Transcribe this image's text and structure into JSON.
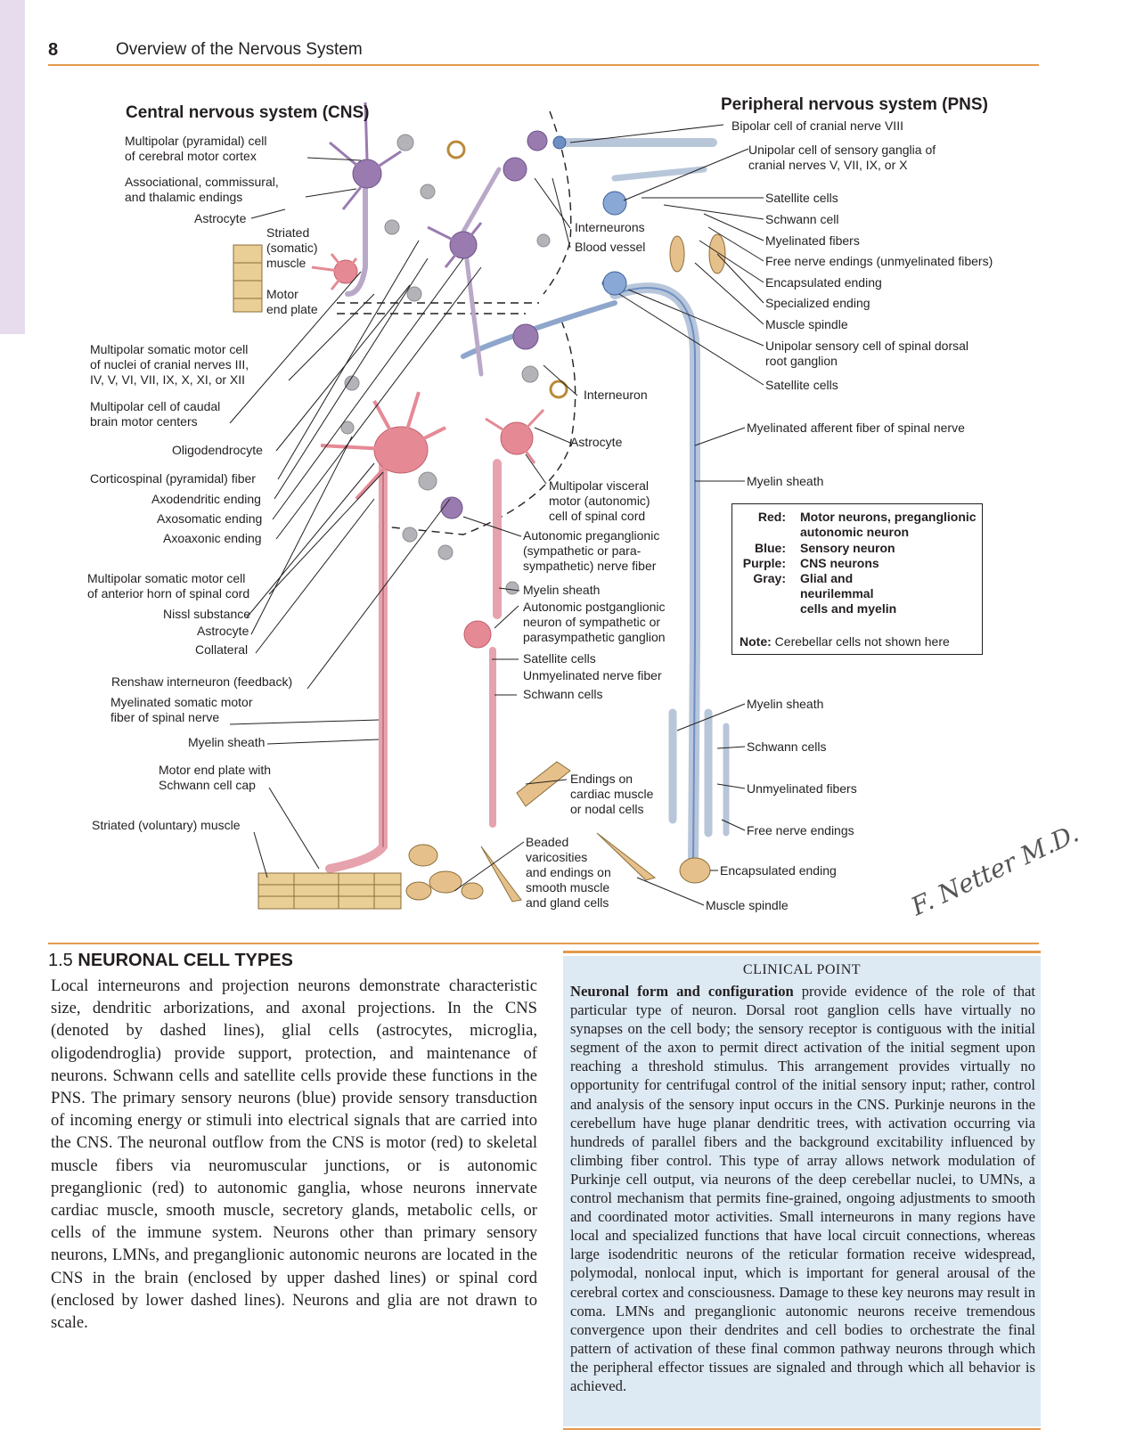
{
  "header": {
    "page_number": "8",
    "running_title": "Overview of the Nervous System"
  },
  "figure": {
    "cns_title": "Central nervous system (CNS)",
    "pns_title": "Peripheral nervous system (PNS)",
    "left_labels": [
      "Multipolar (pyramidal) cell\nof cerebral motor cortex",
      "Associational, commissural,\nand thalamic endings",
      "Astrocyte",
      "Multipolar somatic motor cell\nof nuclei of cranial nerves III,\nIV, V, VI, VII, IX, X, XI, or XII",
      "Multipolar cell of caudal\nbrain motor centers",
      "Oligodendrocyte",
      "Corticospinal (pyramidal) fiber",
      "Axodendritic ending",
      "Axosomatic ending",
      "Axoaxonic ending",
      "Multipolar somatic motor cell\nof anterior horn of spinal cord",
      "Nissl substance",
      "Astrocyte",
      "Collateral",
      "Renshaw interneuron (feedback)",
      "Myelinated somatic motor\nfiber of spinal nerve",
      "Myelin sheath",
      "Motor end plate with\nSchwann cell cap",
      "Striated (voluntary) muscle"
    ],
    "inner_labels": [
      "Striated\n(somatic)\nmuscle",
      "Motor\nend plate",
      "Interneurons",
      "Blood vessel",
      "Interneuron",
      "Astrocyte",
      "Multipolar visceral\nmotor (autonomic)\ncell of spinal cord",
      "Autonomic preganglionic\n(sympathetic or para-\nsympathetic) nerve fiber",
      "Myelin sheath",
      "Autonomic postganglionic\nneuron of sympathetic or\nparasympathetic ganglion",
      "Satellite cells",
      "Unmyelinated nerve fiber",
      "Schwann cells",
      "Endings on\ncardiac muscle\nor nodal cells",
      "Beaded\nvaricosities\nand endings on\nsmooth muscle\nand gland cells"
    ],
    "right_labels": [
      "Bipolar cell of cranial nerve VIII",
      "Unipolar cell of sensory ganglia of\ncranial nerves V, VII, IX, or X",
      "Satellite cells",
      "Schwann cell",
      "Myelinated fibers",
      "Free nerve endings (unmyelinated fibers)",
      "Encapsulated ending",
      "Specialized ending",
      "Muscle spindle",
      "Unipolar sensory cell of spinal dorsal\nroot ganglion",
      "Satellite cells",
      "Myelinated afferent fiber of spinal nerve",
      "Myelin sheath",
      "Myelin sheath",
      "Schwann cells",
      "Unmyelinated fibers",
      "Free nerve endings",
      "Encapsulated ending",
      "Muscle spindle"
    ],
    "legend": {
      "rows": [
        {
          "key": "Red:",
          "value": "Motor neurons, preganglionic\nautonomic neuron"
        },
        {
          "key": "Blue:",
          "value": "Sensory neuron"
        },
        {
          "key": "Purple:",
          "value": "CNS neurons"
        },
        {
          "key": "Gray:",
          "value": "Glial and\nneurilemmal\ncells and myelin"
        }
      ],
      "note_key": "Note:",
      "note_text": "Cerebellar cells not shown here"
    },
    "signature": "F. Netter M.D.",
    "colors": {
      "motor": "#e07a86",
      "sensory": "#6c8fc4",
      "cns": "#9a7bb0",
      "glia": "#a9a9ad"
    }
  },
  "section": {
    "number": "1.5",
    "title": "NEURONAL CELL TYPES",
    "body": "Local interneurons and projection neurons demonstrate characteristic size, dendritic arborizations, and axonal projections. In the CNS (denoted by dashed lines), glial cells (astrocytes, microglia, oligodendroglia) provide support, protection, and maintenance of neurons. Schwann cells and satellite cells provide these functions in the PNS. The primary sensory neurons (blue) provide sensory transduction of incoming energy or stimuli into electrical signals that are carried into the CNS. The neuronal outflow from the CNS is motor (red) to skeletal muscle fibers via neuromuscular junctions, or is autonomic preganglionic (red) to autonomic ganglia, whose neurons innervate cardiac muscle, smooth muscle, secretory glands, metabolic cells, or cells of the immune system. Neurons other than primary sensory neurons, LMNs, and preganglionic autonomic neurons are located in the CNS in the brain (enclosed by upper dashed lines) or spinal cord (enclosed by lower dashed lines). Neurons and glia are not drawn to scale."
  },
  "clinical_point": {
    "heading": "CLINICAL POINT",
    "lead": "Neuronal form and configuration",
    "text": " provide evidence of the role of that particular type of neuron. Dorsal root ganglion cells have virtually no synapses on the cell body; the sensory receptor is contiguous with the initial segment of the axon to permit direct activation of the initial segment upon reaching a threshold stimulus. This arrangement provides virtually no opportunity for centrifugal control of the initial sensory input; rather, control and analysis of the sensory input occurs in the CNS. Purkinje neurons in the cerebellum have huge planar dendritic trees, with activation occurring via hundreds of parallel fibers and the background excitability influenced by climbing fiber control. This type of array allows network modulation of Purkinje cell output, via neurons of the deep cerebellar nuclei, to UMNs, a control mechanism that permits fine-grained, ongoing adjustments to smooth and coordinated motor activities. Small interneurons in many regions have local and specialized functions that have local circuit connections, whereas large isodendritic neurons of the reticular formation receive widespread, polymodal, nonlocal input, which is important for general arousal of the cerebral cortex and consciousness. Damage to these key neurons may result in coma. LMNs and preganglionic autonomic neurons receive tremendous convergence upon their dendrites and cell bodies to orchestrate the final pattern of activation of these final common pathway neurons through which the peripheral effector tissues are signaled and through which all behavior is achieved."
  }
}
